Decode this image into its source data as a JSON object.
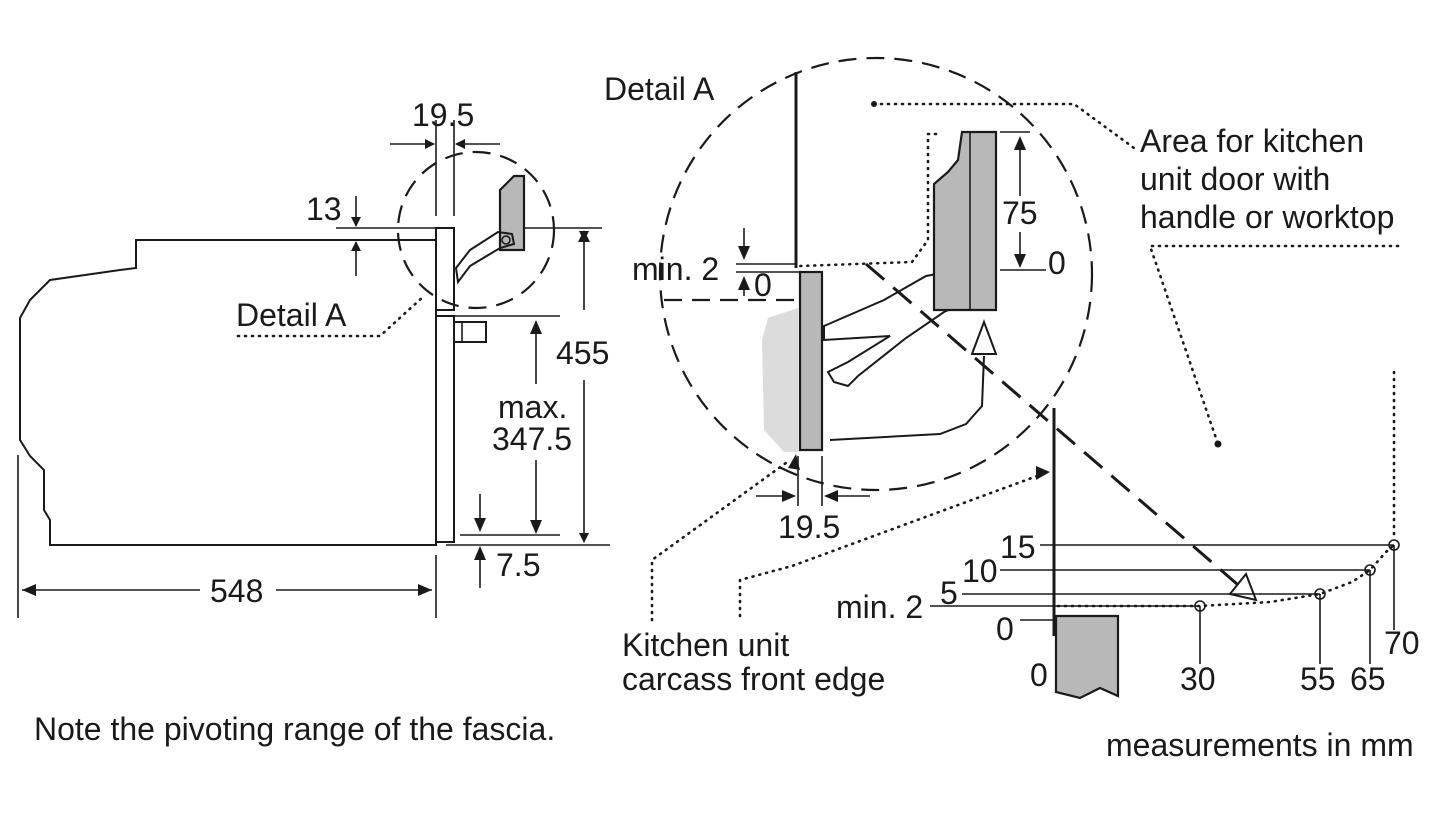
{
  "labels": {
    "detail_a_side": "Detail A",
    "detail_a_zoom": "Detail A",
    "area_note_line1": "Area for kitchen",
    "area_note_line2": "unit door with",
    "area_note_line3": "handle or worktop",
    "carcass_line1": "Kitchen unit",
    "carcass_line2": "carcass front edge",
    "pivot_note": "Note the pivoting range of the fascia.",
    "units_note": "measurements in mm"
  },
  "side_view": {
    "dim_width": "548",
    "dim_height": "455",
    "dim_max_label": "max.",
    "dim_max_value": "347.5",
    "dim_top_gap": "13",
    "dim_fascia": "19.5",
    "dim_bottom_gap": "7.5"
  },
  "detail_view": {
    "dim_min_gap": "min. 2",
    "dim_zero": "0",
    "dim_fascia": "19.5",
    "dim_handle_travel": "75",
    "dim_handle_zero": "0"
  },
  "pivot_graph": {
    "y_ticks": [
      "15",
      "10",
      "5",
      "min. 2",
      "0"
    ],
    "x_ticks": [
      "0",
      "30",
      "55",
      "65",
      "70"
    ]
  }
}
